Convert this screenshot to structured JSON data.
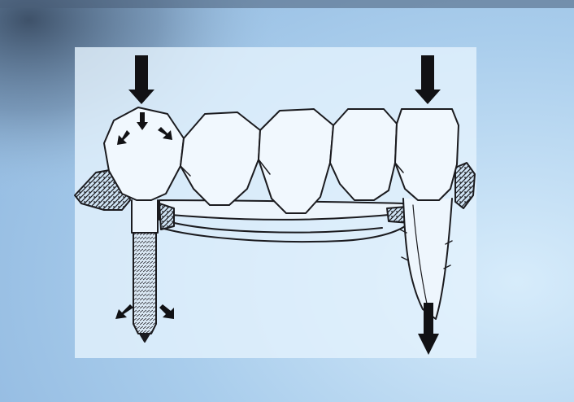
{
  "colors": {
    "background_light": "#d7ecfb",
    "background_mid": "#a9cdec",
    "background_dark": "#3a4c63",
    "panel": "#e3f1fc",
    "ink": "#1b1b1f"
  },
  "diagram": {
    "teeth_count": 5,
    "load_arrows": [
      "implant-crown-load-arrow",
      "natural-tooth-load-arrow"
    ],
    "stress_arrows_on_crown": 3,
    "stress_arrows_at_implant_apex": 2,
    "tooth_root_displacement_arrow": "downward"
  }
}
